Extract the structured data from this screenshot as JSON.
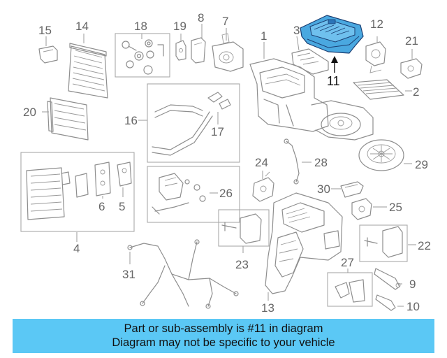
{
  "diagram": {
    "highlight_color": "#4aa8e0",
    "highlighted_part": "11",
    "callouts": [
      "1",
      "2",
      "3",
      "4",
      "5",
      "6",
      "7",
      "8",
      "9",
      "10",
      "11",
      "12",
      "13",
      "14",
      "15",
      "16",
      "17",
      "18",
      "19",
      "20",
      "21",
      "22",
      "23",
      "24",
      "25",
      "26",
      "27",
      "28",
      "29",
      "30",
      "31"
    ]
  },
  "banner": {
    "line1": "Part or sub-assembly is #11 in diagram",
    "line2": "Diagram may not be specific to your vehicle",
    "background": "#5bc8f5"
  }
}
